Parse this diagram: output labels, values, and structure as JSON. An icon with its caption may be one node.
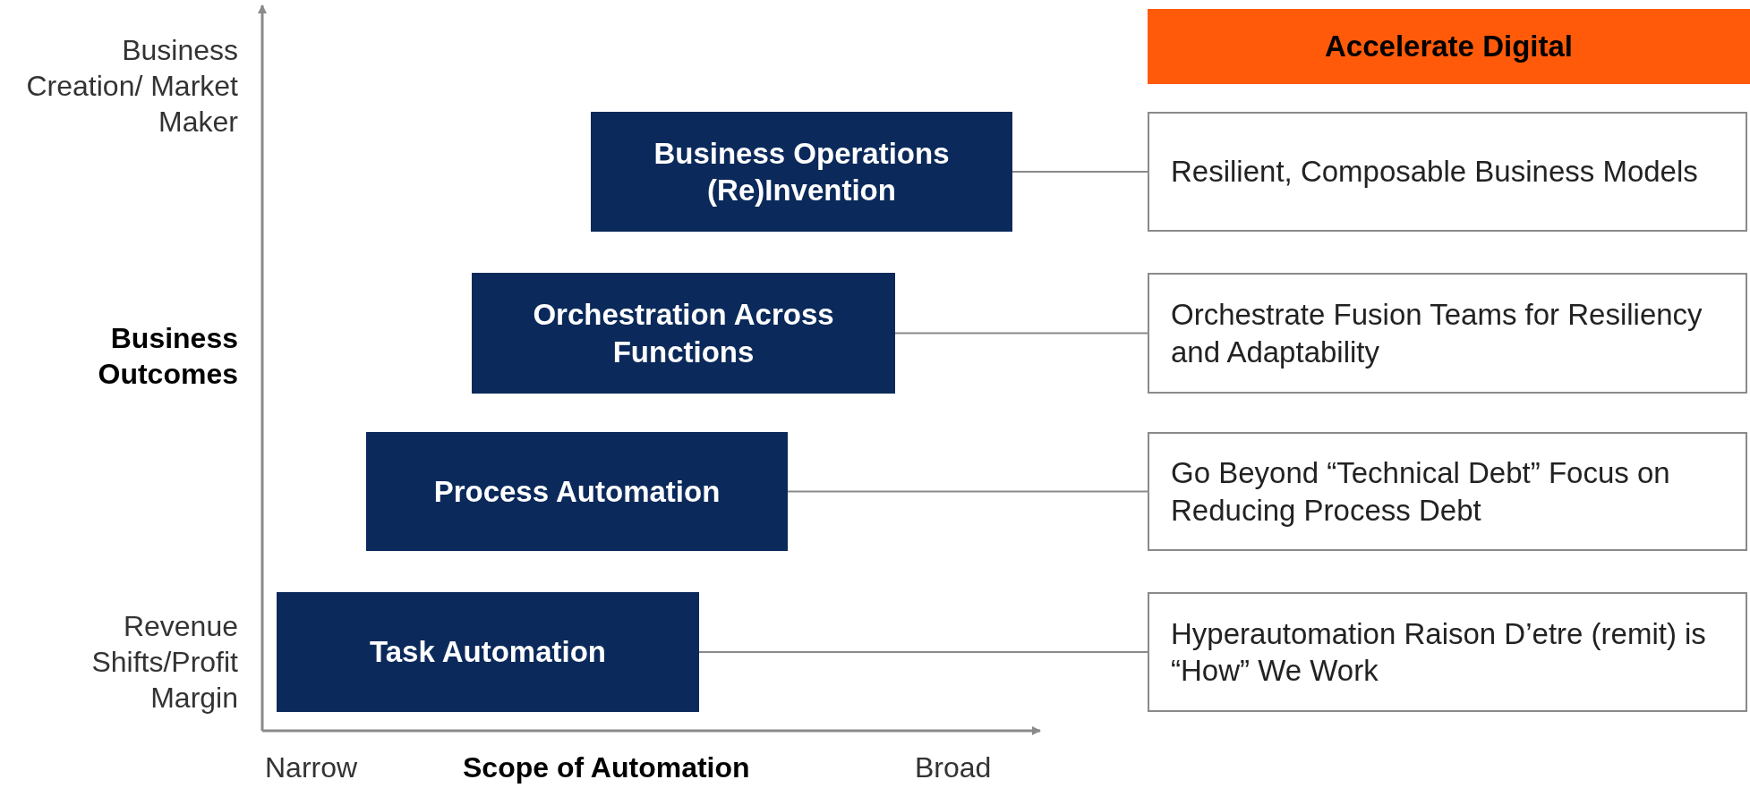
{
  "diagram": {
    "nodes": [
      {
        "text": [
          "Accelerate Digital"
        ]
      },
      {
        "text": [
          "Business Operations (Re)Invention"
        ]
      },
      {
        "text": [
          "Resilient, Composable Business Models"
        ]
      },
      {
        "text": [
          "Orchestration Across Functions"
        ]
      },
      {
        "text": [
          "Orchestrate Fusion Teams for Resiliency and Adaptability"
        ]
      },
      {
        "text": [
          "Process Automation"
        ]
      },
      {
        "text": [
          "Go Beyond “Technical Debt” Focus on Reducing Process Debt"
        ]
      },
      {
        "text": [
          "Task Automation"
        ]
      },
      {
        "text": [
          "Hyperautomation Raison D’etre (remit) is “How” We Work"
        ]
      }
    ],
    "edges": [
      {
        "from": 1,
        "to": 2,
        "arrow": "none"
      },
      {
        "from": 3,
        "to": 4,
        "arrow": "none"
      },
      {
        "from": 5,
        "to": 6,
        "arrow": "none"
      },
      {
        "from": 7,
        "to": 8,
        "arrow": "none"
      }
    ],
    "labels": [
      "Business Creation/ Market Maker",
      "Business Outcomes",
      "Revenue Shifts/Profit Margin",
      "Narrow",
      "Scope of Automation",
      "Broad"
    ]
  }
}
